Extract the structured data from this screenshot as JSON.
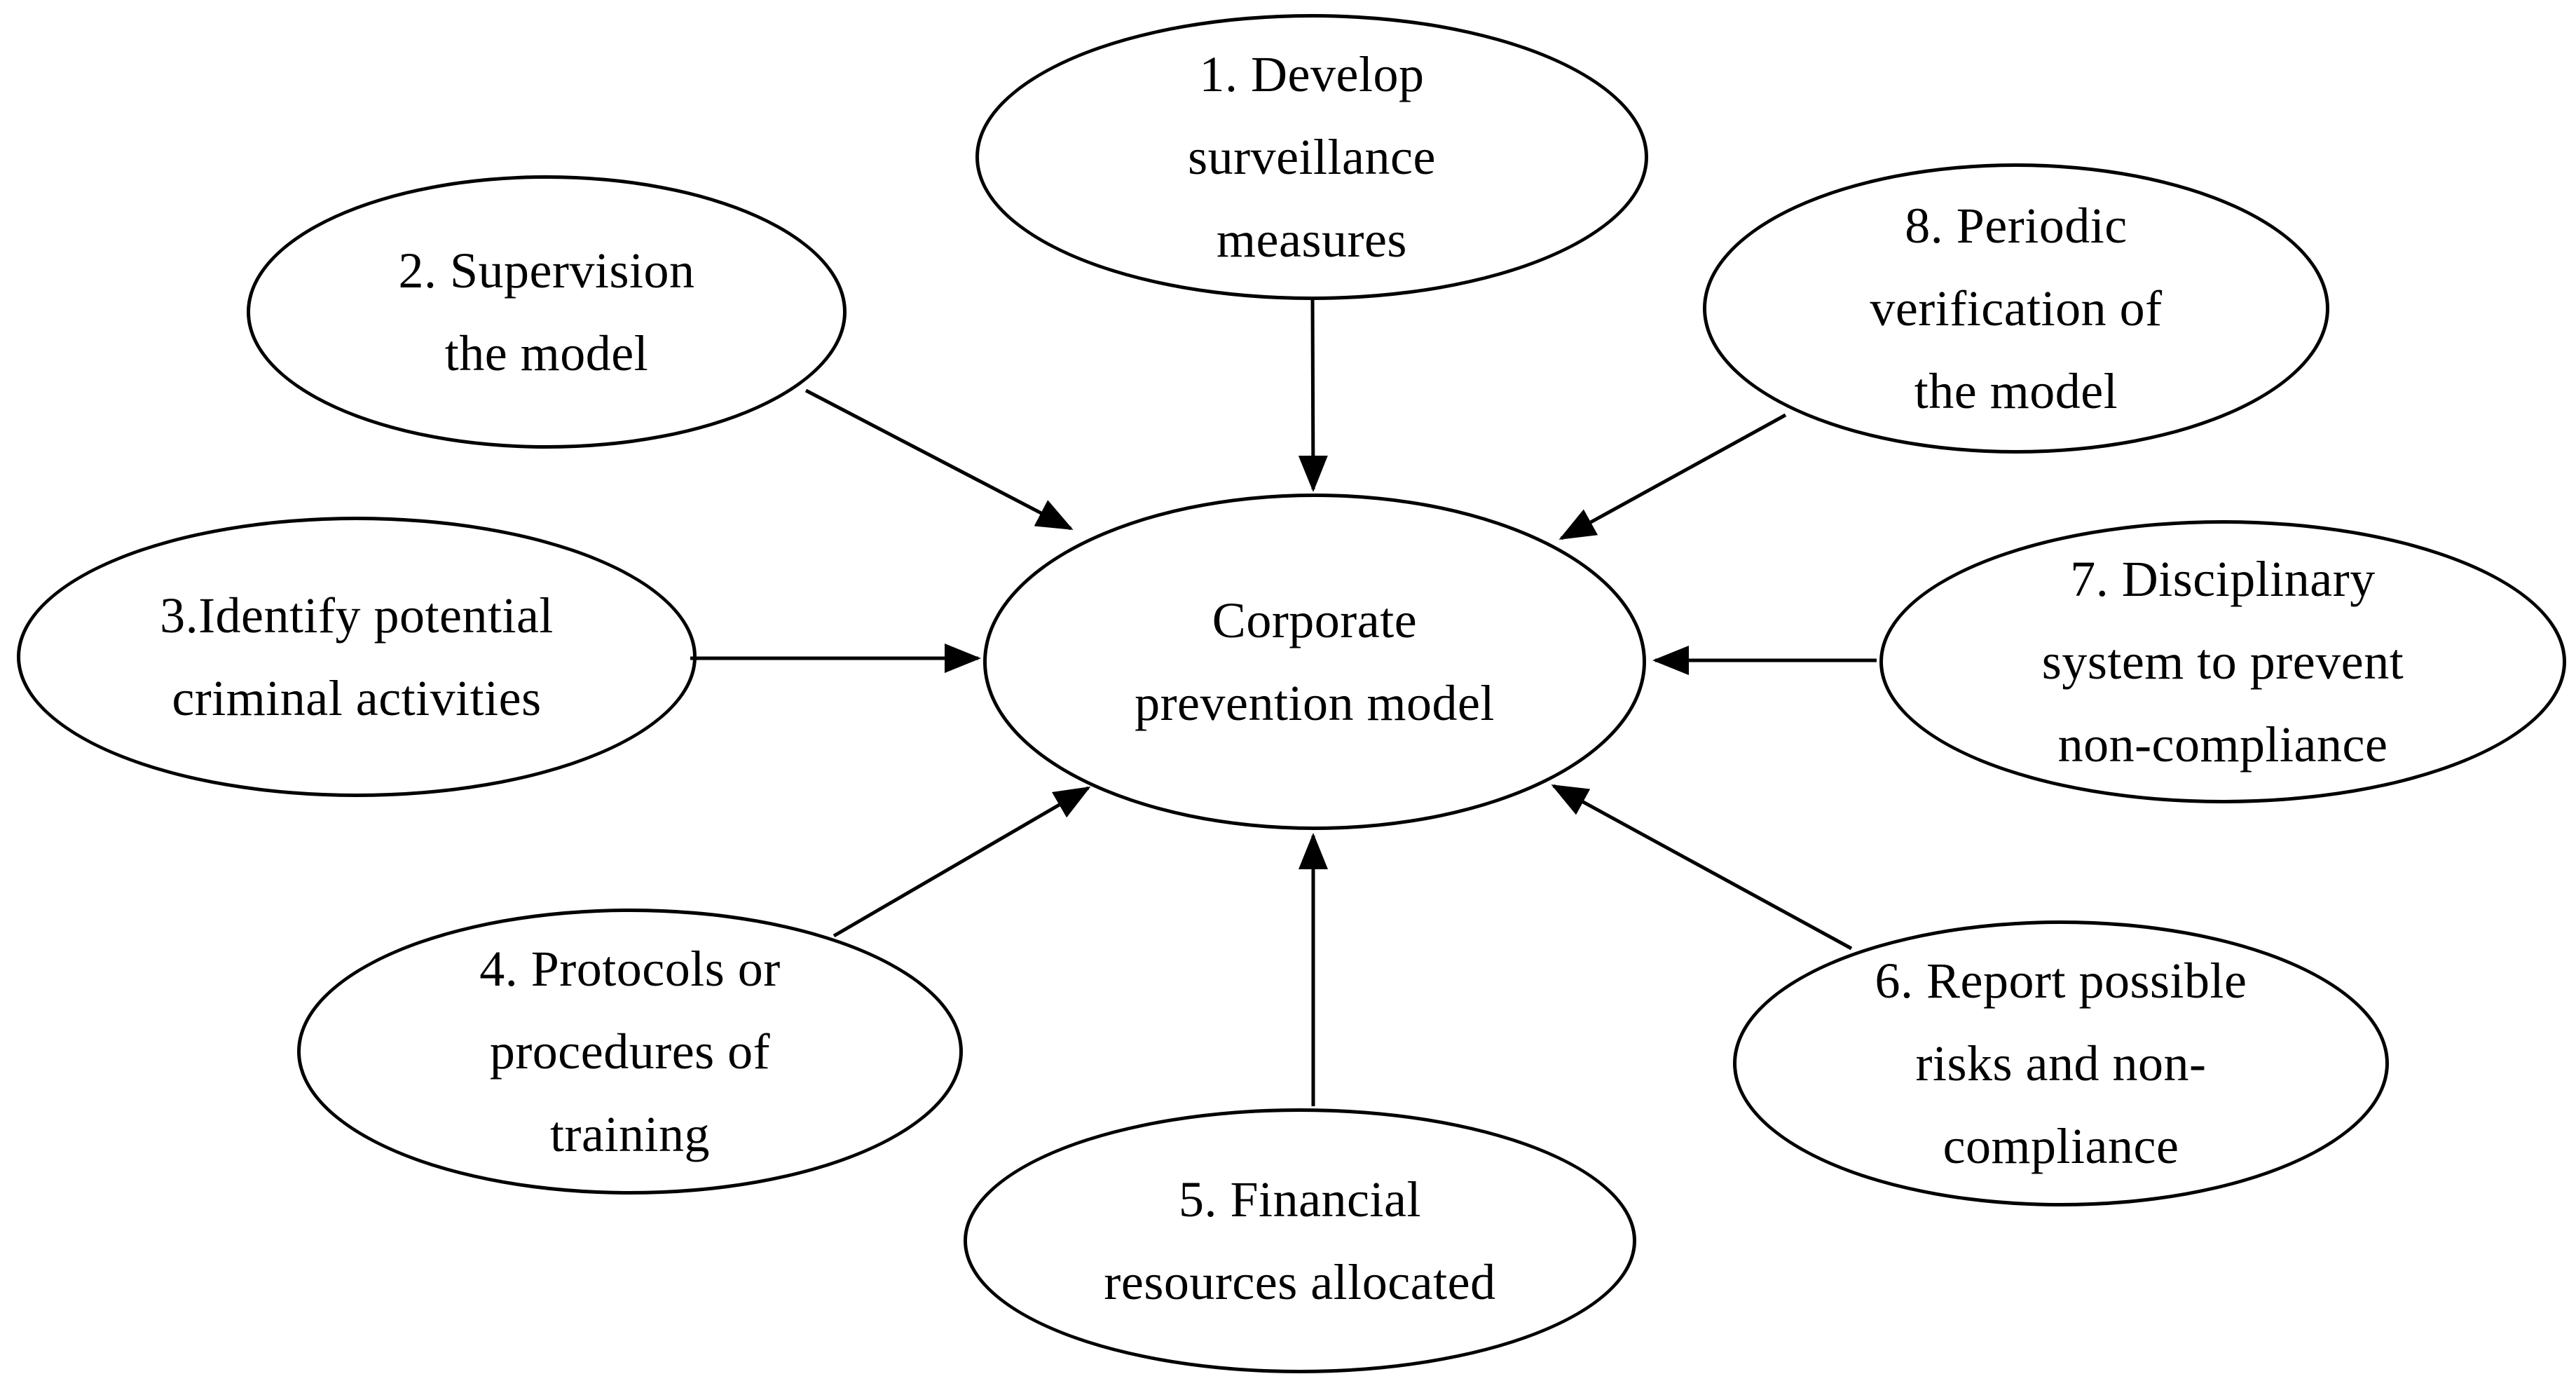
{
  "diagram": {
    "title": "Corporate prevention model diagram",
    "colors": {
      "stroke": "#000000",
      "text": "#000000",
      "background": "#ffffff"
    },
    "center": {
      "label": "Corporate\nprevention model"
    },
    "nodes": [
      {
        "id": "1",
        "label": "1. Develop\nsurveillance\nmeasures"
      },
      {
        "id": "2",
        "label": "2. Supervision\nthe model"
      },
      {
        "id": "3",
        "label": "3.Identify potential\ncriminal activities"
      },
      {
        "id": "4",
        "label": "4. Protocols or\nprocedures of\ntraining"
      },
      {
        "id": "5",
        "label": "5. Financial\nresources allocated"
      },
      {
        "id": "6",
        "label": "6. Report possible\nrisks and non-\ncompliance"
      },
      {
        "id": "7",
        "label": "7. Disciplinary\nsystem to prevent\nnon-compliance"
      },
      {
        "id": "8",
        "label": "8. Periodic\nverification of\nthe model"
      }
    ],
    "connections": [
      {
        "from": "1",
        "to": "center"
      },
      {
        "from": "2",
        "to": "center"
      },
      {
        "from": "3",
        "to": "center"
      },
      {
        "from": "4",
        "to": "center"
      },
      {
        "from": "5",
        "to": "center"
      },
      {
        "from": "6",
        "to": "center"
      },
      {
        "from": "7",
        "to": "center"
      },
      {
        "from": "8",
        "to": "center"
      }
    ]
  }
}
